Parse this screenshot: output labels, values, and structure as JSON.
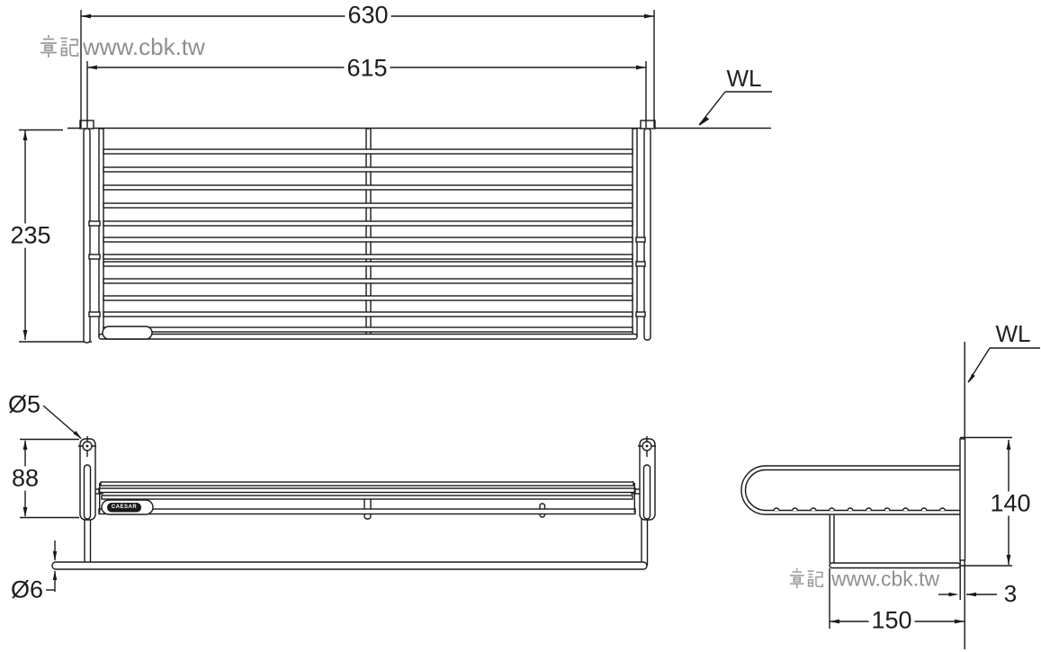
{
  "drawing": {
    "type": "technical-dimension-drawing",
    "product": "wire shelf with towel bar",
    "line_color": "#1a1a1a",
    "watermark_color": "#8f8f8f"
  },
  "watermark": {
    "brand_cjk": "章記",
    "site": "www.cbk.tw"
  },
  "front_view": {
    "dim_overall_width": "630",
    "dim_mount_width": "615",
    "dim_height": "235",
    "wall_line_label": "WL"
  },
  "bottom_view": {
    "dim_hole_diameter": "Ø5",
    "dim_bracket_height": "88",
    "dim_bar_diameter": "Ø6",
    "logo_text": "CAESAR"
  },
  "side_view": {
    "wall_line_label": "WL",
    "dim_plate_height": "140",
    "dim_plate_thickness": "3",
    "dim_depth": "150"
  }
}
